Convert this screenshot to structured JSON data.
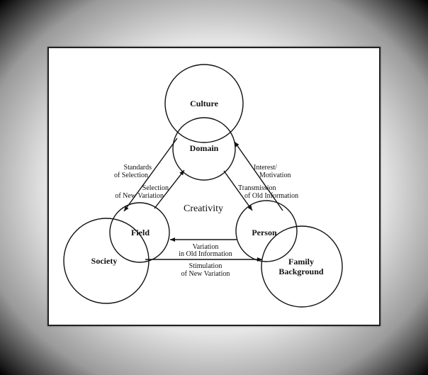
{
  "nodes": {
    "culture": "Culture",
    "domain": "Domain",
    "field": "Field",
    "person": "Person",
    "society": "Society",
    "family_line1": "Family",
    "family_line2": "Background"
  },
  "center_label": "Creativity",
  "edges": {
    "standards_line1": "Standards",
    "standards_line2": "of Selection",
    "selection_line1": "Selection",
    "selection_line2": "of New Variation",
    "interest_line1": "Interest/",
    "interest_line2": "Motivation",
    "transmission_line1": "Transmission",
    "transmission_line2": "of Old Information",
    "variation_line1": "Variation",
    "variation_line2": "in Old Information",
    "stimulation_line1": "Stimulation",
    "stimulation_line2": "of New Variation"
  }
}
